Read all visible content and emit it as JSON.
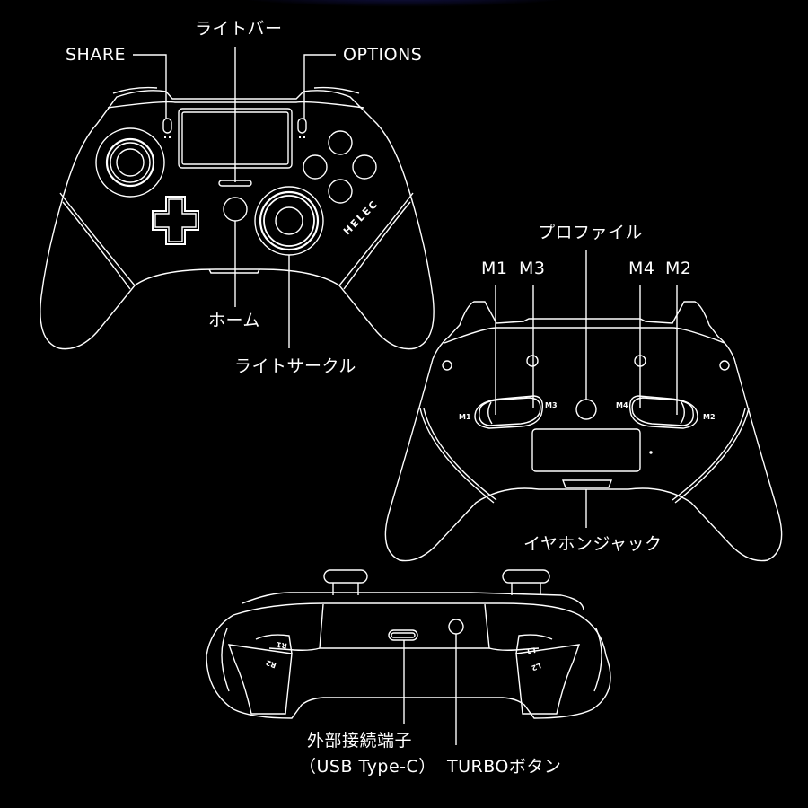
{
  "front_view": {
    "labels": {
      "share": "SHARE",
      "light_bar": "ライトバー",
      "options": "OPTIONS",
      "home": "ホーム",
      "light_circle": "ライトサークル"
    },
    "brand_logo": "HELEC"
  },
  "back_view": {
    "labels": {
      "profile": "プロファイル",
      "m1": "M1",
      "m3": "M3",
      "m4": "M4",
      "m2": "M2",
      "earphone_jack": "イヤホンジャック"
    },
    "paddle_marks": {
      "m1": "M1",
      "m3": "M3",
      "m4": "M4",
      "m2": "M2"
    }
  },
  "top_view": {
    "labels": {
      "external_port_line1": "外部接続端子",
      "external_port_line2": "（USB Type-C）",
      "turbo_button": "TURBOボタン"
    },
    "trigger_marks": {
      "r1": "R1",
      "r2": "R2",
      "l1": "L1",
      "l2": "L2"
    }
  },
  "colors": {
    "background": "#000000",
    "line": "#ffffff",
    "glow": "#28289f"
  }
}
